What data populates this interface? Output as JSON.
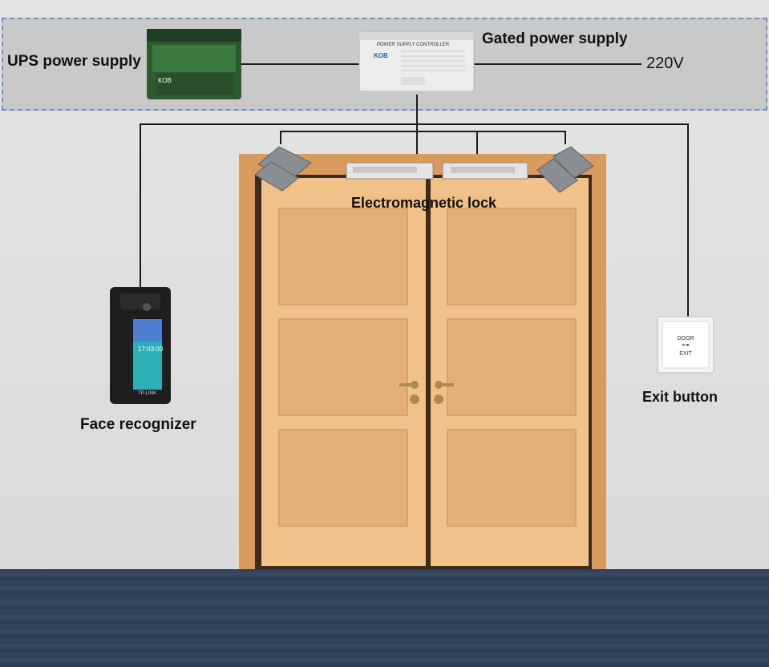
{
  "labels": {
    "ups": "UPS power supply",
    "gated": "Gated power supply",
    "voltage": "220V",
    "lock": "Electromagnetic lock",
    "face": "Face recognizer",
    "exit": "Exit button"
  },
  "battery": {
    "brand": "KOB"
  },
  "controller": {
    "title": "POWER SUPPLY CONTROLLER",
    "brand": "KOB"
  },
  "face_device": {
    "time": "17:03:00",
    "brand": "TP-LINK"
  },
  "exit_device": {
    "line1": "DOOR",
    "line2": "EXIT"
  },
  "colors": {
    "wire": "#1a1a1a",
    "door": "#f0c188",
    "frame": "#d99a5c",
    "dashed_border": "#6f92c9",
    "floor": "#34425a"
  }
}
